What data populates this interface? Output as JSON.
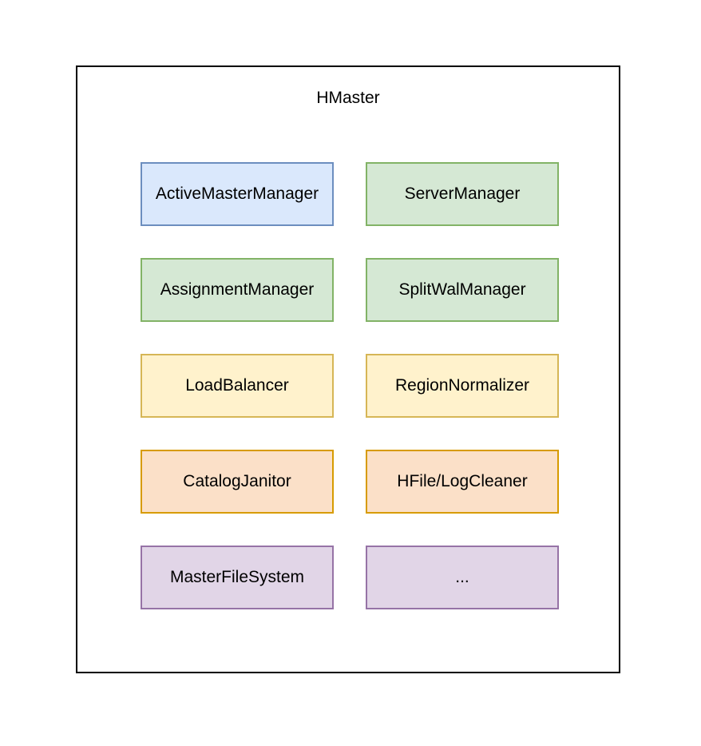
{
  "diagram": {
    "title": "HMaster",
    "container_border_color": "#000000",
    "background_color": "#ffffff",
    "palette": {
      "blue_fill": "#dae8fc",
      "blue_border": "#6c8ebf",
      "green_fill": "#d5e8d4",
      "green_border": "#82b366",
      "yellow_fill": "#fff2cc",
      "yellow_border": "#d6b656",
      "orange_fill": "#fbe0c8",
      "orange_border": "#d79b00",
      "purple_fill": "#e1d5e7",
      "purple_border": "#9673a6"
    },
    "components": [
      {
        "label": "ActiveMasterManager",
        "fill": "#dae8fc",
        "border": "#6c8ebf",
        "row": 1,
        "column": 1
      },
      {
        "label": "ServerManager",
        "fill": "#d5e8d4",
        "border": "#82b366",
        "row": 1,
        "column": 2
      },
      {
        "label": "AssignmentManager",
        "fill": "#d5e8d4",
        "border": "#82b366",
        "row": 2,
        "column": 1
      },
      {
        "label": "SplitWalManager",
        "fill": "#d5e8d4",
        "border": "#82b366",
        "row": 2,
        "column": 2
      },
      {
        "label": "LoadBalancer",
        "fill": "#fff2cc",
        "border": "#d6b656",
        "row": 3,
        "column": 1
      },
      {
        "label": "RegionNormalizer",
        "fill": "#fff2cc",
        "border": "#d6b656",
        "row": 3,
        "column": 2
      },
      {
        "label": "CatalogJanitor",
        "fill": "#fbe0c8",
        "border": "#d79b00",
        "row": 4,
        "column": 1
      },
      {
        "label": "HFile/LogCleaner",
        "fill": "#fbe0c8",
        "border": "#d79b00",
        "row": 4,
        "column": 2
      },
      {
        "label": "MasterFileSystem",
        "fill": "#e1d5e7",
        "border": "#9673a6",
        "row": 5,
        "column": 1
      },
      {
        "label": "...",
        "fill": "#e1d5e7",
        "border": "#9673a6",
        "row": 5,
        "column": 2
      }
    ]
  }
}
